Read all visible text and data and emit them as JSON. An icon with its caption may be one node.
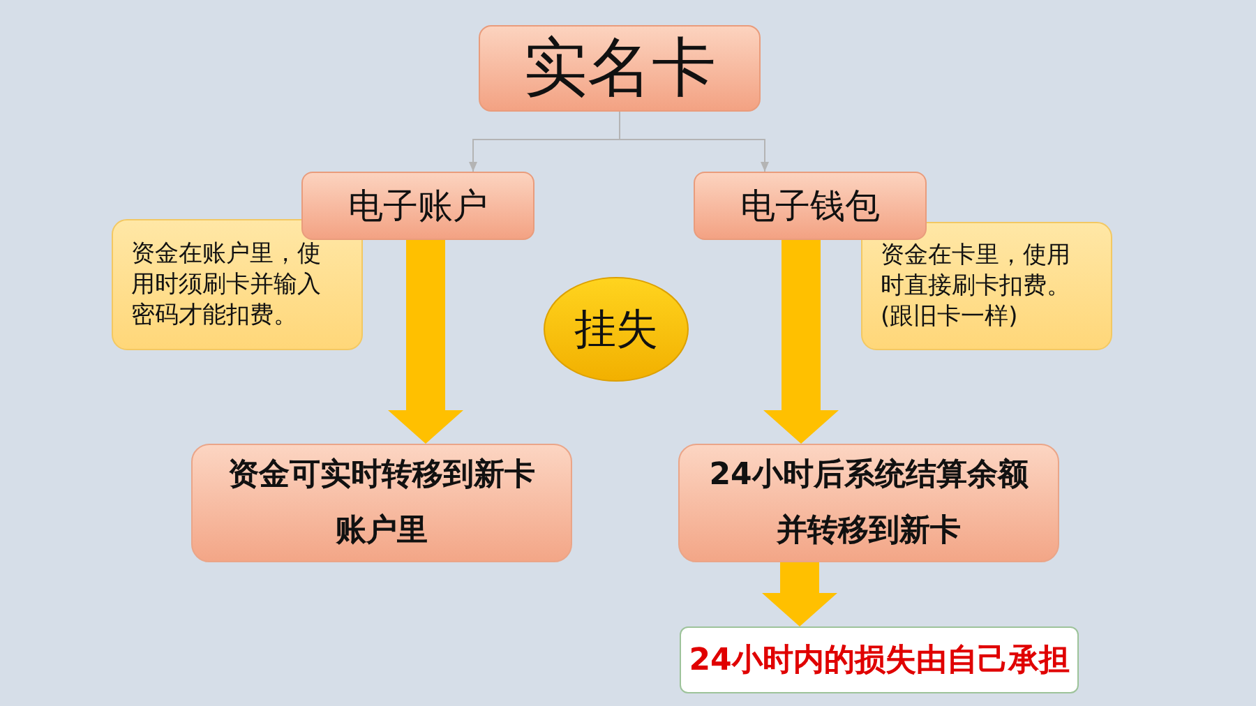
{
  "diagram": {
    "nodes": [
      {
        "text": [
          "实名卡"
        ]
      },
      {
        "text": [
          "电子账户"
        ]
      },
      {
        "text": [
          "电子钱包"
        ]
      },
      {
        "text": [
          "资金在账户里，使用时须刷卡并输入密码才能扣费。"
        ]
      },
      {
        "text": [
          "挂失"
        ]
      },
      {
        "text": [
          "资金在卡里，使用时直接刷卡扣费。(跟旧卡一样)"
        ]
      },
      {
        "text": [
          "资金可实时转移到新卡账户里"
        ]
      },
      {
        "text": [
          "24小时后系统结算余额并转移到新卡"
        ]
      },
      {
        "text": [
          "24小时内的损失由自己承担"
        ]
      }
    ],
    "edges": [
      {
        "from": 0,
        "to": 1,
        "arrow": "to",
        "color": "#b4b4b4"
      },
      {
        "from": 0,
        "to": 2,
        "arrow": "to",
        "color": "#b4b4b4"
      },
      {
        "from": 1,
        "to": 6,
        "arrow": "to",
        "style": "thick"
      },
      {
        "from": 2,
        "to": 7,
        "arrow": "to",
        "style": "thick"
      },
      {
        "from": 7,
        "to": 8,
        "arrow": "to",
        "style": "thick"
      }
    ]
  }
}
